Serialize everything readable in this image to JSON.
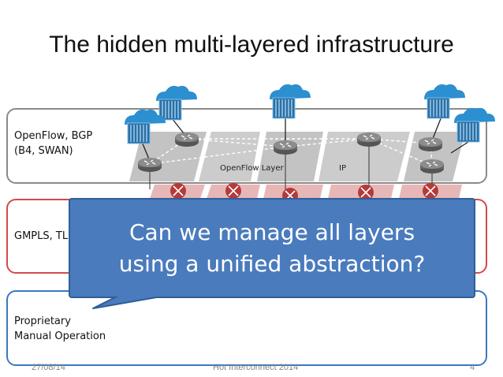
{
  "slide": {
    "title": "The hidden multi-layered infrastructure"
  },
  "layers": [
    {
      "line1": "OpenFlow, BGP",
      "line2": "(B4, SWAN)",
      "border_color": "#8a8a8a"
    },
    {
      "line1": "GMPLS, TL",
      "line2": "",
      "border_color": "#d14a4a"
    },
    {
      "line1": "Proprietary",
      "line2": "Manual Operation",
      "border_color": "#3a78c2"
    }
  ],
  "diagram": {
    "openflow_layer_label": "OpenFlow Layer",
    "ip_label": "IP"
  },
  "callout": {
    "line1": "Can we manage all layers",
    "line2": "using a unified abstraction?",
    "fill": "#4a7bbd"
  },
  "footer": {
    "date": "27/08/14",
    "event": "Hot Interconnect 2014",
    "page": "4"
  }
}
